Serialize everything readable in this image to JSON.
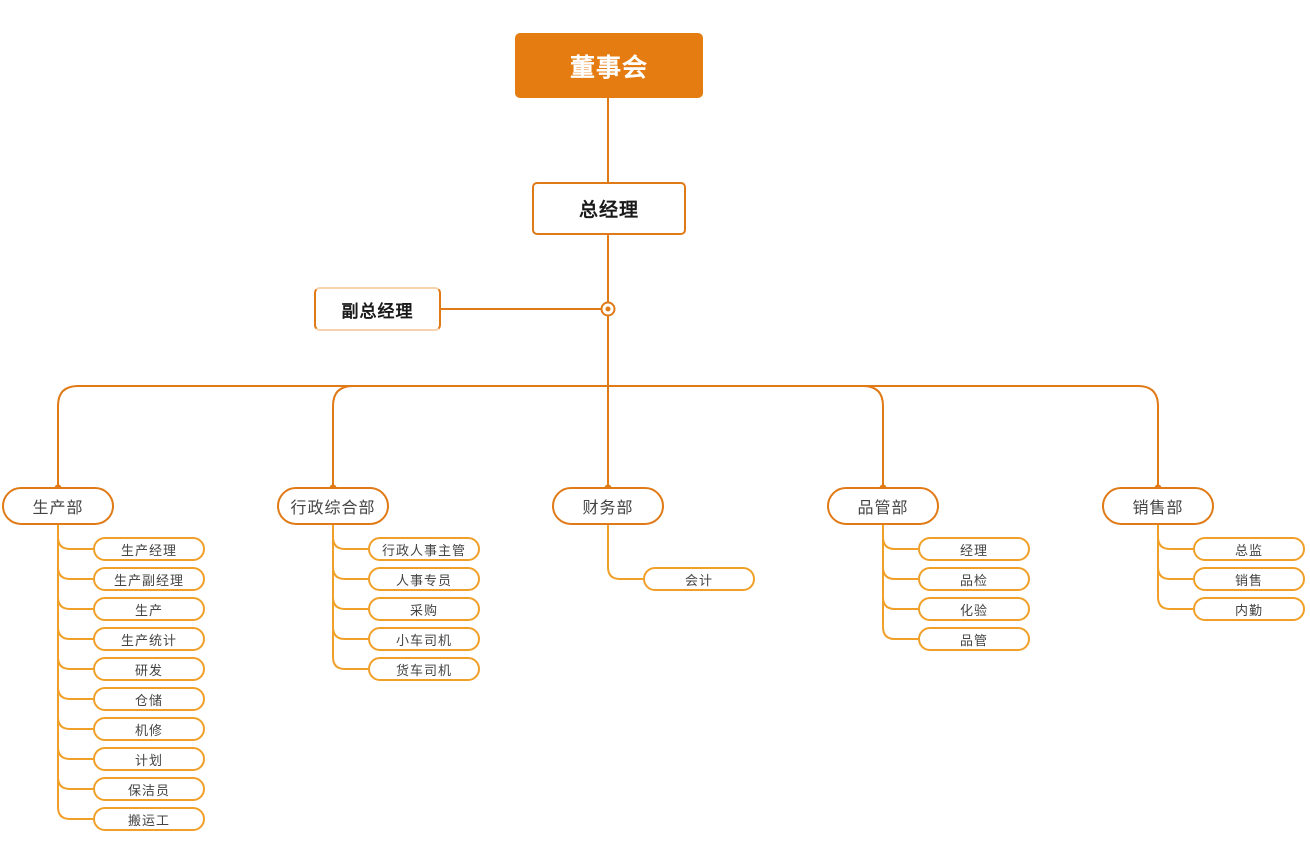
{
  "root": {
    "label": "董事会"
  },
  "general_manager": {
    "label": "总经理"
  },
  "deputy_general_manager": {
    "label": "副总经理"
  },
  "departments": [
    {
      "label": "生产部",
      "children": [
        "生产经理",
        "生产副经理",
        "生产",
        "生产统计",
        "研发",
        "仓储",
        "机修",
        "计划",
        "保洁员",
        "搬运工"
      ]
    },
    {
      "label": "行政综合部",
      "children": [
        "行政人事主管",
        "人事专员",
        "采购",
        "小车司机",
        "货车司机"
      ]
    },
    {
      "label": "财务部",
      "children": [
        "会计"
      ]
    },
    {
      "label": "品管部",
      "children": [
        "经理",
        "品检",
        "化验",
        "品管"
      ]
    },
    {
      "label": "销售部",
      "children": [
        "总监",
        "销售",
        "内勤"
      ]
    }
  ],
  "colors": {
    "primary": "#e57c12",
    "trunk_line": "#e07a16",
    "branch_line": "#f0a028"
  }
}
